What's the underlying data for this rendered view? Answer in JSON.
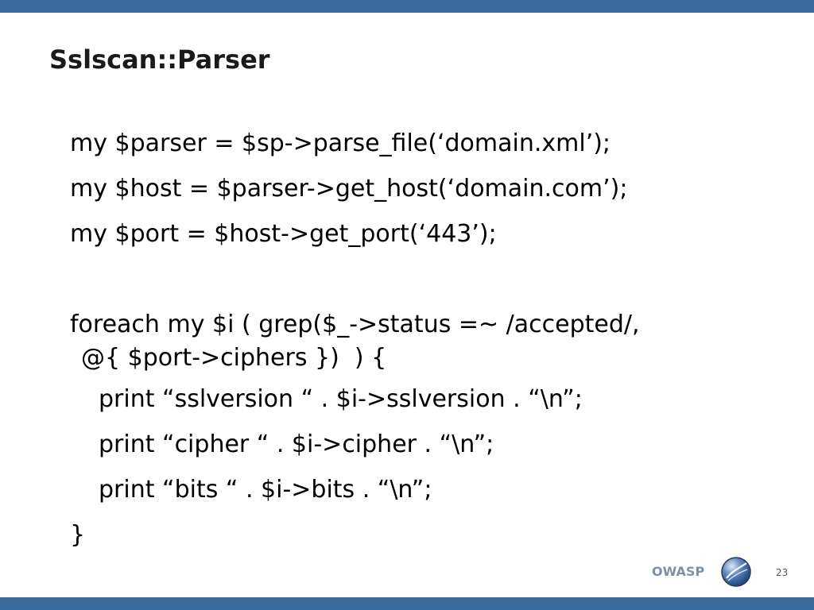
{
  "slide": {
    "title": "Sslscan::Parser",
    "code_lines": [
      "my $parser = $sp->parse_file(‘domain.xml’);",
      "my $host = $parser->get_host(‘domain.com’);",
      "my $port = $host->get_port(‘443’);",
      "foreach my $i ( grep($_->status =~ /accepted/,",
      "@{ $port->ciphers })  ) {",
      "print “sslversion “ . $i->sslversion . “\\n”;",
      "print “cipher “ . $i->cipher . “\\n”;",
      "print “bits “ . $i->bits . “\\n”;",
      "}"
    ],
    "footer": {
      "brand": "OWASP",
      "logo_icon": "owasp-logo-icon",
      "page_number": "23"
    }
  },
  "colors": {
    "bar": "#3a6b9c",
    "title": "#1a1a1a",
    "brand": "#8090a4"
  }
}
